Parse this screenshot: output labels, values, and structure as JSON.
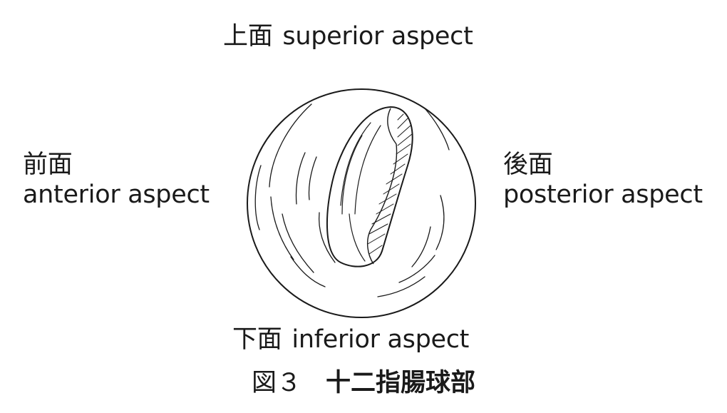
{
  "labels": {
    "superior": {
      "jp": "上面",
      "en": "superior aspect"
    },
    "anterior": {
      "jp": "前面",
      "en": "anterior aspect"
    },
    "posterior": {
      "jp": "後面",
      "en": "posterior aspect"
    },
    "inferior": {
      "jp": "下面",
      "en": "inferior aspect"
    }
  },
  "caption": {
    "figure_number": "図３",
    "title": "十二指腸球部"
  },
  "colors": {
    "line": "#1a1a1a",
    "background": "#ffffff"
  }
}
